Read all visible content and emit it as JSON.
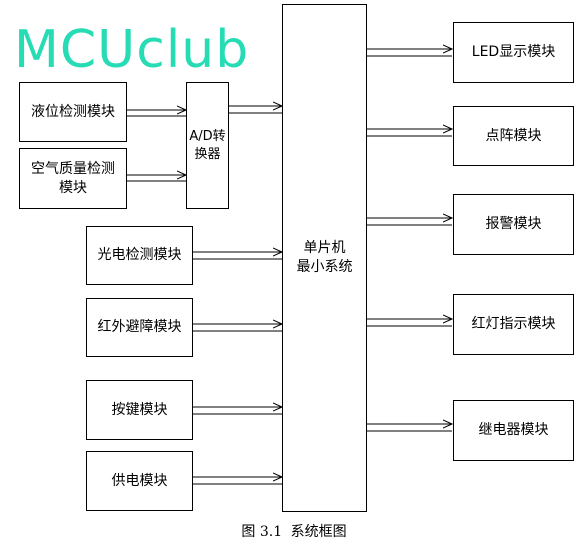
{
  "watermark": "MCUclub",
  "left_inputs": {
    "level_detect": "液位检测模块",
    "air_quality": [
      "空气质量检测",
      "模块"
    ]
  },
  "adc": [
    "A/D转",
    "换器"
  ],
  "mcu": [
    "单片机",
    "最小系统"
  ],
  "inputs": [
    "光电检测模块",
    "红外避障模块",
    "按键模块",
    "供电模块"
  ],
  "outputs": [
    "LED显示模块",
    "点阵模块",
    "报警模块",
    "红灯指示模块",
    "继电器模块"
  ],
  "caption": {
    "number": "图 3.1",
    "title": "系统框图"
  }
}
